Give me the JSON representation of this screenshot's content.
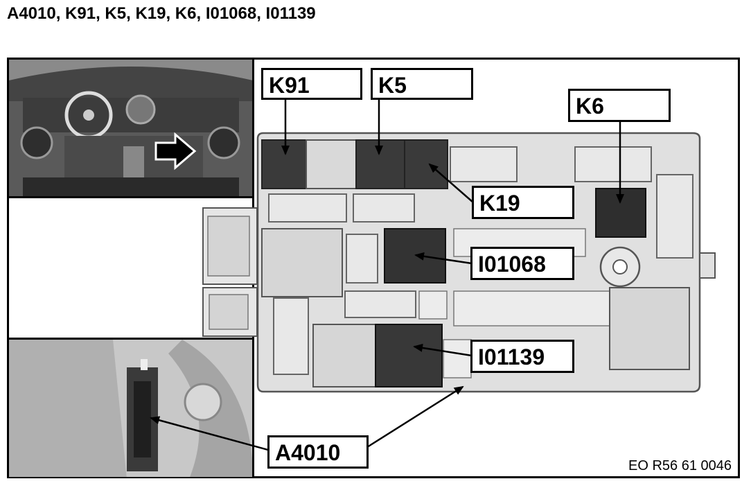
{
  "title": "A4010, K91, K5, K19, K6, I01068, I01139",
  "labels": {
    "k91": "K91",
    "k5": "K5",
    "k6": "K6",
    "k19": "K19",
    "i01068": "I01068",
    "i01139": "I01139",
    "a4010": "A4010"
  },
  "reference": "EO R56 61 0046",
  "colors": {
    "relay_dark": "#3a3a3a",
    "housing": "#e0e0e0",
    "outline": "#000000"
  },
  "icons": [
    "arrow-right-icon"
  ]
}
